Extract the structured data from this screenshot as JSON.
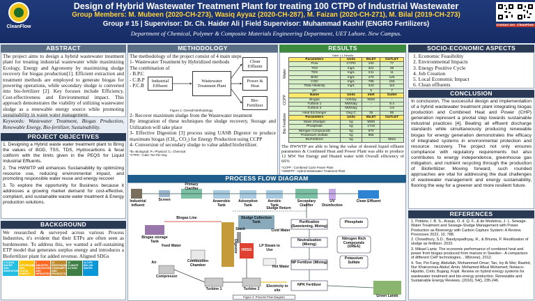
{
  "header": {
    "title": "Design of Hybrid Wastewater Treatment Plant for treating 100 CTPD of Industrial Wastewater",
    "members": "Group Members: M. Mubeen (2020-CH-273), Wasiq Ayyaz (2020-CH-287), M. Faizan (2020-CH-271), M. Bilal (2019-CH-273)",
    "group": "Group # 15 | Supervisor: Dr. Ch. Haider Ali | Field Supervisor: Muhammad Kashif (ENGRO Fertilizers)",
    "department": "Department of Chemical, Polymer & Composite Materials Engineering Department, UET Lahore. New Campus.",
    "logo_text": "CleanFlow",
    "contact_label": "Contact Us!",
    "project_label": "CleanFlow"
  },
  "abstract": {
    "heading": "ABSTRACT",
    "body": "The project aims to design a hybrid wastewater treatment plant for treating industrial wastewater while maximizing Ecology, Energy and Agronomy by maximizing sludge recovery for biogas production[1]. Efficient extraction and treatment methods are employed to generate biogas for powering operations, while secondary sludge is converted into bio-fertilizer [2]. Key focuses include Efficiency, Cost-effectiveness and Environmental impact. This approach demonstrates the viability of utilizing wastewater sludge as a renewable energy source while promoting sustainability in waste water management.",
    "keywords": "Keywords: Wastewater Treatment, Biogas Production, Renewable Energy, Bio-fertilizer, Sustainability."
  },
  "objectives": {
    "heading": "PROJECT OBJECTIVES",
    "items": [
      "1. Designing a Hybrid waste water treatment plant to Bring the values of BOD, TSS, TDS, Hydrocarbons & fecal coliform with the limits given in the PEQS for Liquid Industrial Effluents.",
      "2. The HWWTP will enhances Sustainability by optimizing resource use, reducing environmental impact, and promoting responsible water reuse and energy recover",
      "3. To explore the opportunity for Business because it addresses a growing market demand for cost-effective, compliant, and sustainable waste water treatment & Energy production solutions."
    ]
  },
  "background": {
    "heading": "BACKGROUND",
    "body": "We researched & surveyed across various Process Industries, it's evident that their ETPs are often seen as burdensome. To address this, we wanted a self-sustaining ETP model that generates surplus energy and introduces a Biofertilizer plant for added revenue. Aligned SDGs",
    "sdgs": [
      {
        "label": "6 CLEAN WATER AND SANITATION",
        "color": "#26bde2"
      },
      {
        "label": "7 AFFORDABLE AND CLEAN ENERGY",
        "color": "#fcc30b"
      },
      {
        "label": "9 INDUSTRY, INNOVATION AND INFRASTRUCTURE",
        "color": "#fd6925"
      },
      {
        "label": "12 RESPONSIBLE CONSUMPTION AND PRODUCTION",
        "color": "#bf8b2e"
      },
      {
        "label": "13 CLIMATE ACTION",
        "color": "#3f7e44"
      },
      {
        "label": "14 LIFE BELOW WATER",
        "color": "#0a97d9"
      }
    ]
  },
  "methodology": {
    "heading": "METHODOLOGY",
    "intro": "The methodology of the project consist of 4 main steps",
    "step1": "1- Wastewater Treatment by Hybridized methods",
    "step1b": "The combination of",
    "list": [
      "- B.P.C",
      "- C.B.P",
      "- P.C.B"
    ],
    "diagram": {
      "input": "Industrial Effluent",
      "center": "Wastewater Treatment Plant",
      "out1": "Clean Effluent",
      "out2": "Power & Heat",
      "out3": "Bio-Fertilizer",
      "caption": "Figure 1: Overall Methodology"
    },
    "step2": "2- Recover maximum sludge from the Wastewater treatment",
    "step2b": "By integration of these techniques the sludge recovery, Storage and Utilization will take place",
    "step3": "3- Effective Digestion [3] process using UASB Digestor to produce maximum biogas (CH₄, CO₂) for Energy Production using CCPP",
    "step4": "4- Conversion of secondary sludge to value added biofertilizer.",
    "foot1": "*B= Biological; P= Physical; C= Chemical",
    "foot2": "*CTPD : Cubic Ton Per Day",
    "foot3": "*CCPP : Combined Cycle Power Plant",
    "foot4": "*HWWTP : Hybrid Wastewater Treatment Plant"
  },
  "results": {
    "heading": "RESULTS",
    "table_caption": "Table 1.1 Results",
    "water_label": "Water",
    "ccpp_label": "CCPP",
    "bio_label": "Bio Fertilizer",
    "water_header": [
      "Parameters",
      "Units",
      "INLET",
      "OUTLET"
    ],
    "water_rows": [
      [
        "Flow",
        "CTPD",
        "100",
        "77"
      ],
      [
        "TSS",
        "mg/L",
        "321",
        "39"
      ],
      [
        "TDS",
        "mg/L",
        "241",
        "11"
      ],
      [
        "BOD",
        "mg/L",
        "470",
        "125"
      ],
      [
        "COD",
        "mg/L",
        "796",
        "155"
      ],
      [
        "Total Alkalinity",
        "mg/L",
        "343",
        "113"
      ],
      [
        "pH",
        "-",
        "5",
        "7"
      ]
    ],
    "ccpp_header": [
      "Name",
      "Units",
      "Inlet",
      "Outlet"
    ],
    "ccpp_rows": [
      [
        "Biogas",
        "m3/day",
        "5508",
        "-"
      ],
      [
        "Turbine 1",
        "MW/day",
        "-",
        "8.4"
      ],
      [
        "Turbine 2",
        "MW/day",
        "-",
        "3.6"
      ],
      [
        "Heat Exchanger",
        "Deg C",
        "25",
        "55"
      ]
    ],
    "bio_header": [
      "Parameters",
      "Units",
      "INLET",
      "OUTLET"
    ],
    "bio_rows": [
      [
        "Mass (Sludge)",
        "kg",
        "5506",
        ""
      ],
      [
        "Phosphate",
        "kg",
        "1718",
        ""
      ],
      [
        "Nitrogen Compounds",
        "kg",
        "570",
        ""
      ],
      [
        "Potassium Sulfate",
        "kg",
        "855",
        ""
      ],
      [
        "BioFertilizer",
        "kg",
        "",
        "6515"
      ]
    ],
    "summary": "The HWWTP are able to bring the value of desired liquid effluent parameters & Combined Heat and Power Plant was able to produce 12 MW Net Energy and Heated water with Overall efficiency of 66%"
  },
  "flow": {
    "heading": "PROCESS FLOW DIAGRAM",
    "caption": "Figure 2: Process Flow Diagram",
    "labels": {
      "industrial": "Industrial Influent",
      "screen": "Screen",
      "primary": "Primary Clarifier",
      "anaerobic": "Anaerobic Tank",
      "adsorption": "Adsorption Tank",
      "aerobic": "Aerobic Tank",
      "secondary": "Secondary Clarifier",
      "uv": "UV Disinfection",
      "clean": "Clean Effluent",
      "sludgeReturn": "Sludge Return",
      "sludgeCollection": "Sludge Collection Tank",
      "purification": "Purification (Sweetening, Mixing)",
      "phosphate": "Phosphate",
      "biogasLine": "Biogas Line",
      "biogasStorage": "Biogas storage Tank",
      "digestor": "Digestor",
      "feedWater": "Feed Water",
      "stack": "Stack",
      "hrsg": "HRSG",
      "lpSteam": "LP Steam to Use",
      "coldWater": "Cold Water",
      "hotWater": "Hot Water",
      "neutralization": "Neutralization (Mixing)",
      "npFert": "NP Fertilizer (Mixing)",
      "nitrogen": "Nitrogen Rich Compounds (UREA)",
      "potassium": "Potassium Sulfate",
      "npk": "NPK Fertilizer",
      "compressor": "Compressor",
      "combustion": "Combustion Chamber",
      "turbine1": "Turbine 1",
      "turbine2": "Turbine 2",
      "electricity": "Electricity to site",
      "greenLands": "Green Lands",
      "air": "Air"
    }
  },
  "socio": {
    "heading": "SOCIO-ECONOMIC ASPECTS",
    "items": [
      "Economic Feasibility",
      "Environmental Impacts",
      "Energy Positive Cycle",
      "Job Creation",
      "Local Economic Impact",
      "Clean effluents"
    ]
  },
  "conclusion": {
    "heading": "CONCLUSION",
    "body": "In conclusion, The successful design and implementation of a hybrid wastewater treatment plant integrating biogas production and Combined Heat and Power (CHP) generation represent a pivotal step towards sustainable industrial practices [4]. Beating all effluent discharge standards while simultaneously producing renewable biogas for energy generation demonstrates the efficacy of integrated systems in environmental protection and resource recovery. The project not only ensures compliance with regulatory requirements but also contributes to energy independence, greenhouse gas mitigation, and nutrient recycling through the production of Biofertilizer. Moving forward, such rounded approaches are vital for addressing the dual challenges of wastewater management and energy sustainability, flooring the way for a greener and more resilient future."
  },
  "references": {
    "heading": "REFERENCES",
    "items": [
      "1. Poblete, I. B. S., Araujo, O. d. Q. F., & de Medeiros, J. L. Sewage-Water Treatment and Sewage-Sludge Management with Power Production as Bioenergy with Carbon Capture System: A Review. Processes 2022, 10, 788.",
      "2. Chowdhury, S.D., Bandyopadhyay, R., & Bhunia, P. Reutilization of sludge as fertilizer. 2022.",
      "3. Mikael Lantz. The economic performance of combined heat and power from biogas produced from manure in Sweden - A comparison of different CHP technologies. , 98(none), 2012.",
      "4. Tee, Pei Fang; Abdullah, Mohammed Omar; Tan, Ivy Ai Wei; Rashid, Nur Khairunnisa Abdul; Amin, Mohamed Afizal Mohamed; Nolasco-Hipolito, Cirilo; Bujang, Kopli. Review on hybrid energy systems for wastewater treatment and bio-energy production. Renewable and Sustainable Energy Reviews, (2016), 54(), 235-246."
    ]
  }
}
